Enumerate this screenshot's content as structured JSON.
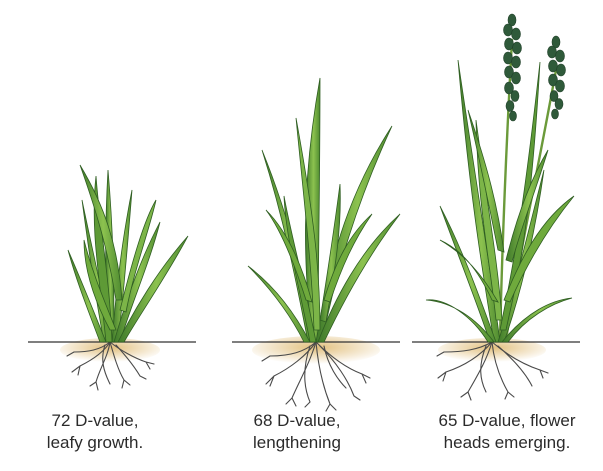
{
  "colors": {
    "leaf_dark": "#3f7a2a",
    "leaf_light": "#9ccc5a",
    "leaf_mid": "#6faa3c",
    "soil": "#d9b26a",
    "root": "#4a4a4a",
    "ground_line": "#333333",
    "flower_head": "#2f5a3a",
    "caption_text": "#2b2b2b"
  },
  "stages": [
    {
      "line1": "72 D-value,",
      "line2": "leafy growth."
    },
    {
      "line1": "68 D-value,",
      "line2": "lengthening"
    },
    {
      "line1": "65 D-value, flower",
      "line2": "heads emerging."
    }
  ]
}
